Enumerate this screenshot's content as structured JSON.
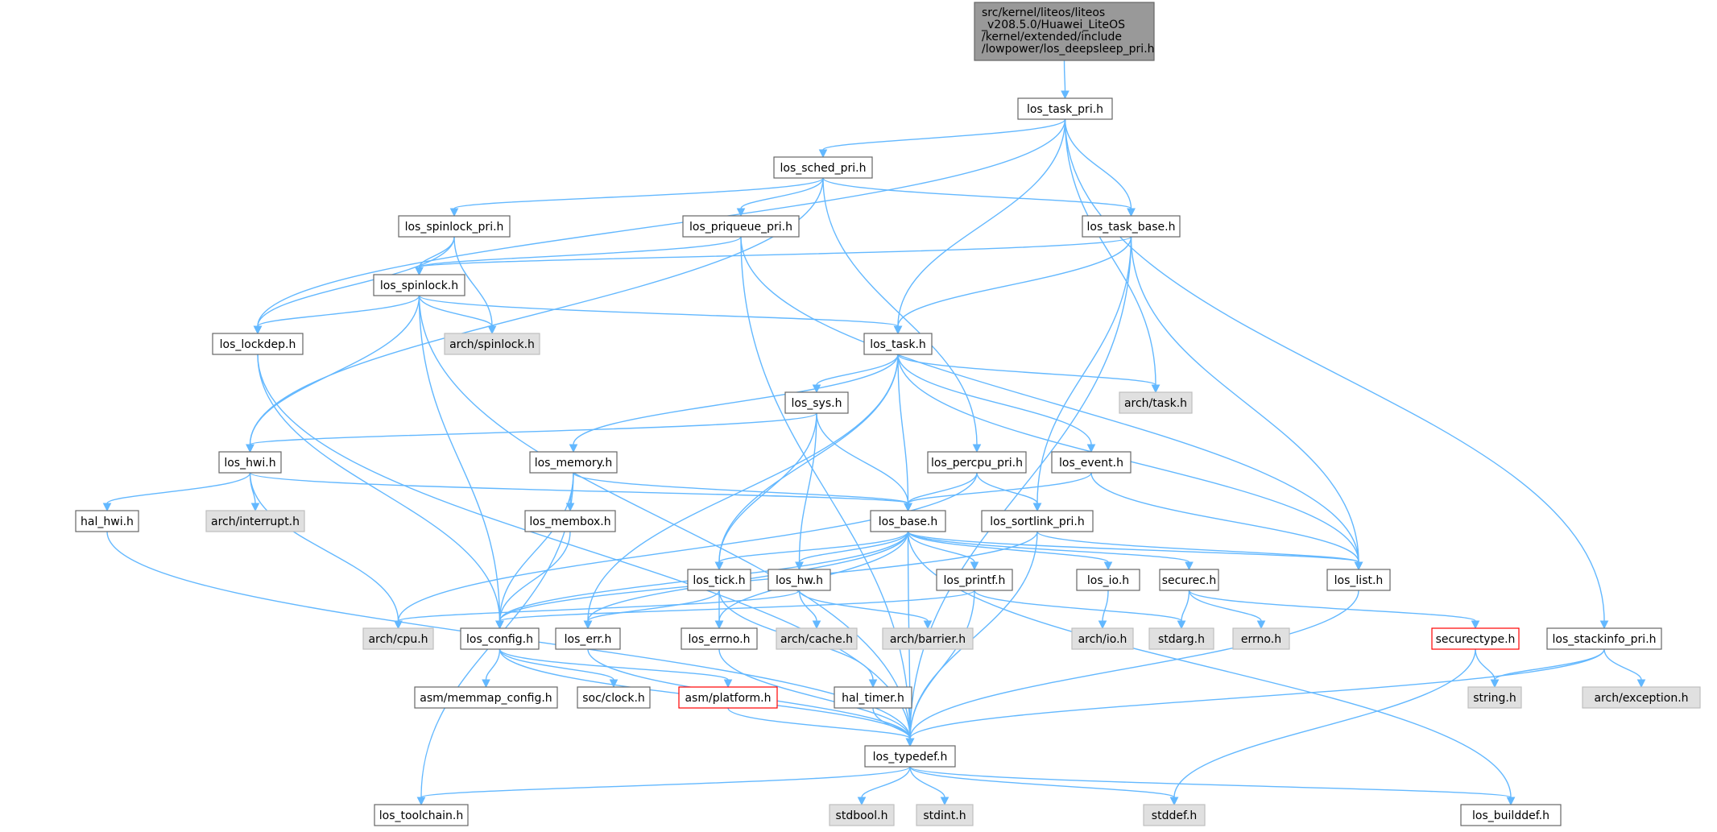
{
  "root_file": {
    "lines": [
      "src/kernel/liteos/liteos",
      "_v208.5.0/Huawei_LiteOS",
      "/kernel/extended/include",
      "/lowpower/los_deepsleep_pri.h"
    ]
  },
  "colors": {
    "edge": "#63b8ff",
    "node_border": "#666666",
    "node_fill": "#ffffff",
    "root_fill": "#999999",
    "external_fill": "#e0e0e0",
    "external_border": "#bfbfbf",
    "missing_border": "#ff0000"
  },
  "nodes": [
    {
      "id": "root",
      "label": "src/kernel/liteos/liteos _v208.5.0/Huawei_LiteOS /kernel/extended/include /lowpower/los_deepsleep_pri.h",
      "style": "root"
    },
    {
      "id": "task_pri",
      "label": "los_task_pri.h",
      "style": "normal"
    },
    {
      "id": "sched_pri",
      "label": "los_sched_pri.h",
      "style": "normal"
    },
    {
      "id": "spinlock_pri",
      "label": "los_spinlock_pri.h",
      "style": "normal"
    },
    {
      "id": "priqueue_pri",
      "label": "los_priqueue_pri.h",
      "style": "normal"
    },
    {
      "id": "task_base",
      "label": "los_task_base.h",
      "style": "normal"
    },
    {
      "id": "spinlock",
      "label": "los_spinlock.h",
      "style": "normal"
    },
    {
      "id": "lockdep",
      "label": "los_lockdep.h",
      "style": "normal"
    },
    {
      "id": "arch_spinlock",
      "label": "arch/spinlock.h",
      "style": "external"
    },
    {
      "id": "task",
      "label": "los_task.h",
      "style": "normal"
    },
    {
      "id": "arch_task",
      "label": "arch/task.h",
      "style": "external"
    },
    {
      "id": "sys",
      "label": "los_sys.h",
      "style": "normal"
    },
    {
      "id": "hwi",
      "label": "los_hwi.h",
      "style": "normal"
    },
    {
      "id": "memory",
      "label": "los_memory.h",
      "style": "normal"
    },
    {
      "id": "percpu_pri",
      "label": "los_percpu_pri.h",
      "style": "normal"
    },
    {
      "id": "event",
      "label": "los_event.h",
      "style": "normal"
    },
    {
      "id": "hal_hwi",
      "label": "hal_hwi.h",
      "style": "normal"
    },
    {
      "id": "arch_interrupt",
      "label": "arch/interrupt.h",
      "style": "external"
    },
    {
      "id": "membox",
      "label": "los_membox.h",
      "style": "normal"
    },
    {
      "id": "base",
      "label": "los_base.h",
      "style": "normal"
    },
    {
      "id": "sortlink_pri",
      "label": "los_sortlink_pri.h",
      "style": "normal"
    },
    {
      "id": "tick",
      "label": "los_tick.h",
      "style": "normal"
    },
    {
      "id": "hw",
      "label": "los_hw.h",
      "style": "normal"
    },
    {
      "id": "printf",
      "label": "los_printf.h",
      "style": "normal"
    },
    {
      "id": "io",
      "label": "los_io.h",
      "style": "normal"
    },
    {
      "id": "securec",
      "label": "securec.h",
      "style": "normal"
    },
    {
      "id": "list",
      "label": "los_list.h",
      "style": "normal"
    },
    {
      "id": "arch_cpu",
      "label": "arch/cpu.h",
      "style": "external"
    },
    {
      "id": "config",
      "label": "los_config.h",
      "style": "normal"
    },
    {
      "id": "err",
      "label": "los_err.h",
      "style": "normal"
    },
    {
      "id": "errno_los",
      "label": "los_errno.h",
      "style": "normal"
    },
    {
      "id": "arch_cache",
      "label": "arch/cache.h",
      "style": "external"
    },
    {
      "id": "arch_barrier",
      "label": "arch/barrier.h",
      "style": "external"
    },
    {
      "id": "arch_io",
      "label": "arch/io.h",
      "style": "external"
    },
    {
      "id": "stdarg",
      "label": "stdarg.h",
      "style": "external"
    },
    {
      "id": "errno_h",
      "label": "errno.h",
      "style": "external"
    },
    {
      "id": "securectype",
      "label": "securectype.h",
      "style": "missing"
    },
    {
      "id": "stackinfo_pri",
      "label": "los_stackinfo_pri.h",
      "style": "normal"
    },
    {
      "id": "memmap_config",
      "label": "asm/memmap_config.h",
      "style": "normal"
    },
    {
      "id": "soc_clock",
      "label": "soc/clock.h",
      "style": "normal"
    },
    {
      "id": "asm_platform",
      "label": "asm/platform.h",
      "style": "missing"
    },
    {
      "id": "hal_timer",
      "label": "hal_timer.h",
      "style": "normal"
    },
    {
      "id": "string_h",
      "label": "string.h",
      "style": "external"
    },
    {
      "id": "arch_exception",
      "label": "arch/exception.h",
      "style": "external"
    },
    {
      "id": "typedef",
      "label": "los_typedef.h",
      "style": "normal"
    },
    {
      "id": "toolchain",
      "label": "los_toolchain.h",
      "style": "normal"
    },
    {
      "id": "stdbool",
      "label": "stdbool.h",
      "style": "external"
    },
    {
      "id": "stdint",
      "label": "stdint.h",
      "style": "external"
    },
    {
      "id": "stddef",
      "label": "stddef.h",
      "style": "external"
    },
    {
      "id": "builddef",
      "label": "los_builddef.h",
      "style": "normal"
    }
  ],
  "edges": [
    [
      "root",
      "task_pri"
    ],
    [
      "task_pri",
      "sched_pri"
    ],
    [
      "task_pri",
      "lockdep"
    ],
    [
      "task_pri",
      "task_base"
    ],
    [
      "task_pri",
      "task"
    ],
    [
      "task_pri",
      "arch_task"
    ],
    [
      "task_pri",
      "stackinfo_pri"
    ],
    [
      "sched_pri",
      "spinlock_pri"
    ],
    [
      "sched_pri",
      "priqueue_pri"
    ],
    [
      "sched_pri",
      "task_base"
    ],
    [
      "sched_pri",
      "hwi"
    ],
    [
      "sched_pri",
      "percpu_pri"
    ],
    [
      "spinlock_pri",
      "spinlock"
    ],
    [
      "spinlock_pri",
      "arch_spinlock"
    ],
    [
      "spinlock_pri",
      "lockdep"
    ],
    [
      "priqueue_pri",
      "spinlock"
    ],
    [
      "priqueue_pri",
      "typedef"
    ],
    [
      "priqueue_pri",
      "list"
    ],
    [
      "task_base",
      "spinlock"
    ],
    [
      "task_base",
      "task"
    ],
    [
      "task_base",
      "sortlink_pri"
    ],
    [
      "task_base",
      "list"
    ],
    [
      "task_base",
      "typedef"
    ],
    [
      "spinlock",
      "lockdep"
    ],
    [
      "spinlock",
      "arch_spinlock"
    ],
    [
      "spinlock",
      "task"
    ],
    [
      "spinlock",
      "hwi"
    ],
    [
      "spinlock",
      "config"
    ],
    [
      "spinlock",
      "typedef"
    ],
    [
      "lockdep",
      "config"
    ],
    [
      "lockdep",
      "typedef"
    ],
    [
      "task",
      "arch_task"
    ],
    [
      "task",
      "sys"
    ],
    [
      "task",
      "memory"
    ],
    [
      "task",
      "event"
    ],
    [
      "task",
      "base"
    ],
    [
      "task",
      "tick"
    ],
    [
      "task",
      "err"
    ],
    [
      "task",
      "list"
    ],
    [
      "sys",
      "hwi"
    ],
    [
      "sys",
      "base"
    ],
    [
      "sys",
      "tick"
    ],
    [
      "sys",
      "hw"
    ],
    [
      "hwi",
      "hal_hwi"
    ],
    [
      "hwi",
      "arch_interrupt"
    ],
    [
      "hwi",
      "base"
    ],
    [
      "hwi",
      "arch_cpu"
    ],
    [
      "memory",
      "membox"
    ],
    [
      "memory",
      "base"
    ],
    [
      "memory",
      "config"
    ],
    [
      "memory",
      "toolchain"
    ],
    [
      "percpu_pri",
      "base"
    ],
    [
      "percpu_pri",
      "sortlink_pri"
    ],
    [
      "percpu_pri",
      "arch_cpu"
    ],
    [
      "event",
      "base"
    ],
    [
      "event",
      "list"
    ],
    [
      "hal_hwi",
      "typedef"
    ],
    [
      "membox",
      "config"
    ],
    [
      "sortlink_pri",
      "list"
    ],
    [
      "sortlink_pri",
      "typedef"
    ],
    [
      "sortlink_pri",
      "config"
    ],
    [
      "base",
      "tick"
    ],
    [
      "base",
      "hw"
    ],
    [
      "base",
      "printf"
    ],
    [
      "base",
      "io"
    ],
    [
      "base",
      "securec"
    ],
    [
      "base",
      "list"
    ],
    [
      "base",
      "config"
    ],
    [
      "base",
      "err"
    ],
    [
      "base",
      "errno_los"
    ],
    [
      "base",
      "typedef"
    ],
    [
      "base",
      "builddef"
    ],
    [
      "tick",
      "errno_los"
    ],
    [
      "tick",
      "err"
    ],
    [
      "tick",
      "hal_timer"
    ],
    [
      "hw",
      "arch_cache"
    ],
    [
      "hw",
      "arch_barrier"
    ],
    [
      "hw",
      "arch_cpu"
    ],
    [
      "printf",
      "config"
    ],
    [
      "printf",
      "stdarg"
    ],
    [
      "printf",
      "typedef"
    ],
    [
      "io",
      "arch_io"
    ],
    [
      "securec",
      "stdarg"
    ],
    [
      "securec",
      "errno_h"
    ],
    [
      "securec",
      "securectype"
    ],
    [
      "list",
      "typedef"
    ],
    [
      "config",
      "memmap_config"
    ],
    [
      "config",
      "soc_clock"
    ],
    [
      "config",
      "asm_platform"
    ],
    [
      "config",
      "typedef"
    ],
    [
      "err",
      "typedef"
    ],
    [
      "errno_los",
      "typedef"
    ],
    [
      "asm_platform",
      "typedef"
    ],
    [
      "hal_timer",
      "typedef"
    ],
    [
      "securectype",
      "string_h"
    ],
    [
      "securectype",
      "stddef"
    ],
    [
      "stackinfo_pri",
      "string_h"
    ],
    [
      "stackinfo_pri",
      "arch_exception"
    ],
    [
      "stackinfo_pri",
      "typedef"
    ],
    [
      "typedef",
      "toolchain"
    ],
    [
      "typedef",
      "stdbool"
    ],
    [
      "typedef",
      "stdint"
    ],
    [
      "typedef",
      "stddef"
    ],
    [
      "typedef",
      "builddef"
    ]
  ]
}
